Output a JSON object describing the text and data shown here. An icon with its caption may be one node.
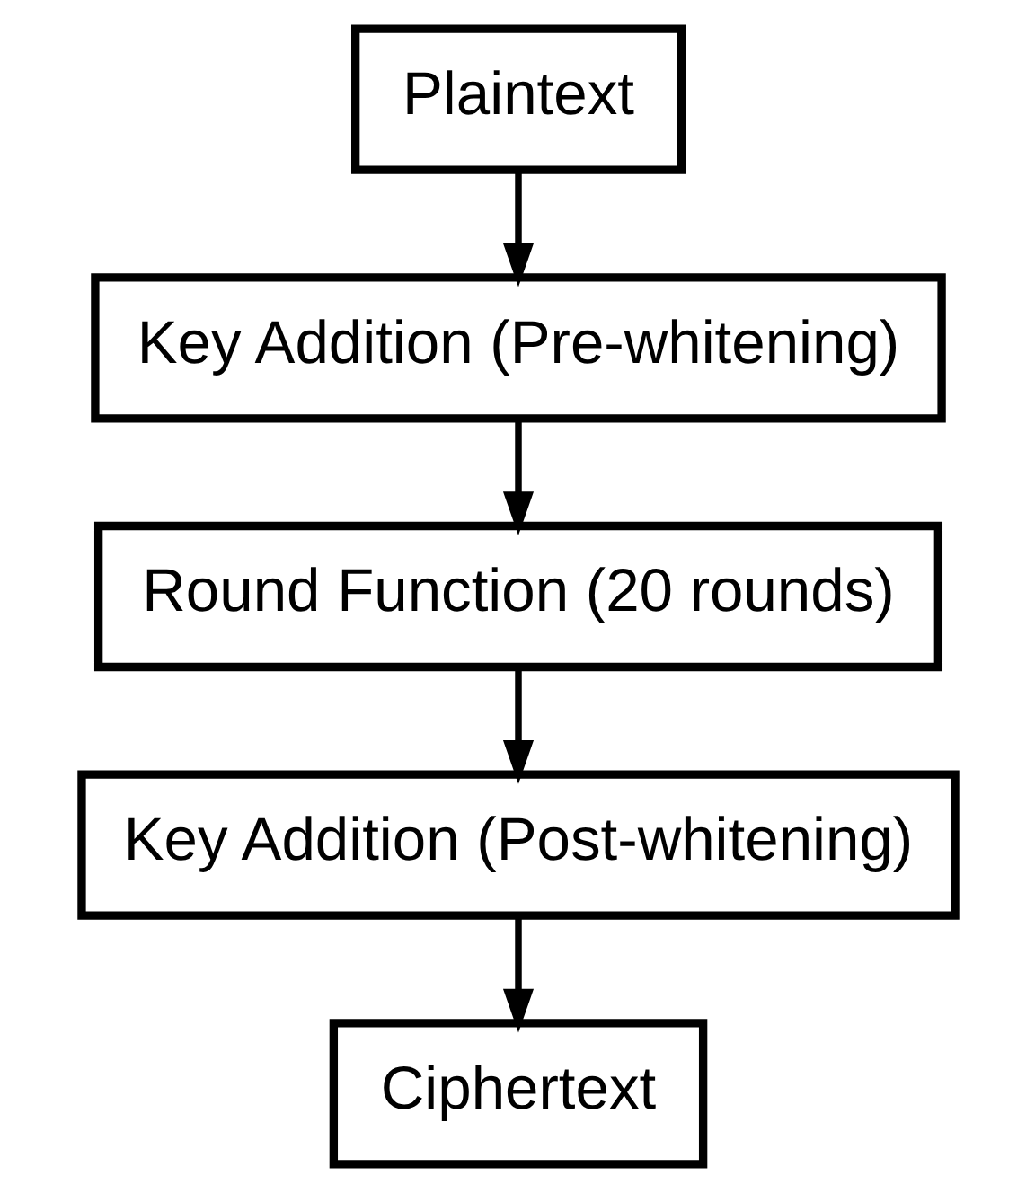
{
  "diagram": {
    "nodes": [
      {
        "text": [
          "Plaintext"
        ]
      },
      {
        "text": [
          "Key Addition (Pre-whitening)"
        ]
      },
      {
        "text": [
          "Round Function (20 rounds)"
        ]
      },
      {
        "text": [
          "Key Addition (Post-whitening)"
        ]
      },
      {
        "text": [
          "Ciphertext"
        ]
      }
    ],
    "edges": [
      {
        "from": 0,
        "to": 1,
        "arrow": "to"
      },
      {
        "from": 1,
        "to": 2,
        "arrow": "to"
      },
      {
        "from": 2,
        "to": 3,
        "arrow": "to"
      },
      {
        "from": 3,
        "to": 4,
        "arrow": "to"
      }
    ]
  }
}
